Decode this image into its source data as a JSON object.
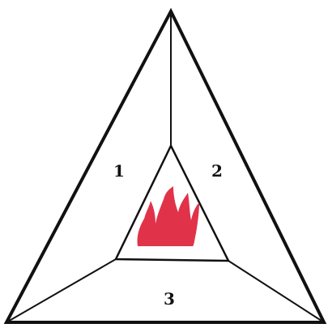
{
  "regions": [
    {
      "id": "1",
      "label": "1"
    },
    {
      "id": "2",
      "label": "2"
    },
    {
      "id": "3",
      "label": "3"
    }
  ],
  "center_icon": "flame-icon",
  "colors": {
    "outline": "#111111",
    "flame": "#e0334a",
    "background": "#ffffff"
  }
}
